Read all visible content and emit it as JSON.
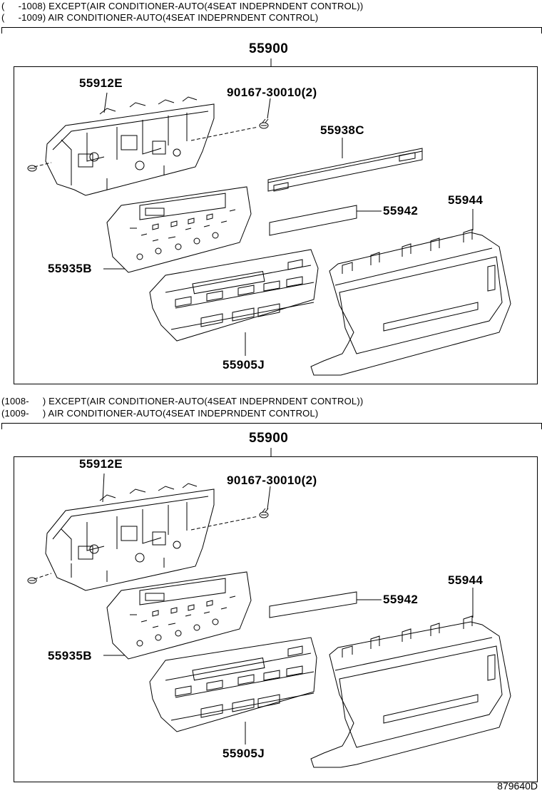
{
  "diagram_ref": "879640D",
  "sections": [
    {
      "header_line1": "(     -1008) EXCEPT(AIR CONDITIONER-AUTO(4SEAT INDEPRNDENT CONTROL))",
      "header_line2": "(     -1009) AIR CONDITIONER-AUTO(4SEAT INDEPRNDENT CONTROL)",
      "assembly": "55900",
      "parts": {
        "frame_bracket": "55912E",
        "screw": "90167-30010(2)",
        "panel_cover": "55938C",
        "strip": "55942",
        "housing": "55944",
        "circuit_board": "55935B",
        "control_unit": "55905J"
      }
    },
    {
      "header_line1": "(1008-     ) EXCEPT(AIR CONDITIONER-AUTO(4SEAT INDEPRNDENT CONTROL))",
      "header_line2": "(1009-     ) AIR CONDITIONER-AUTO(4SEAT INDEPRNDENT CONTROL)",
      "assembly": "55900",
      "parts": {
        "frame_bracket": "55912E",
        "screw": "90167-30010(2)",
        "strip": "55942",
        "housing": "55944",
        "circuit_board": "55935B",
        "control_unit": "55905J"
      }
    }
  ]
}
